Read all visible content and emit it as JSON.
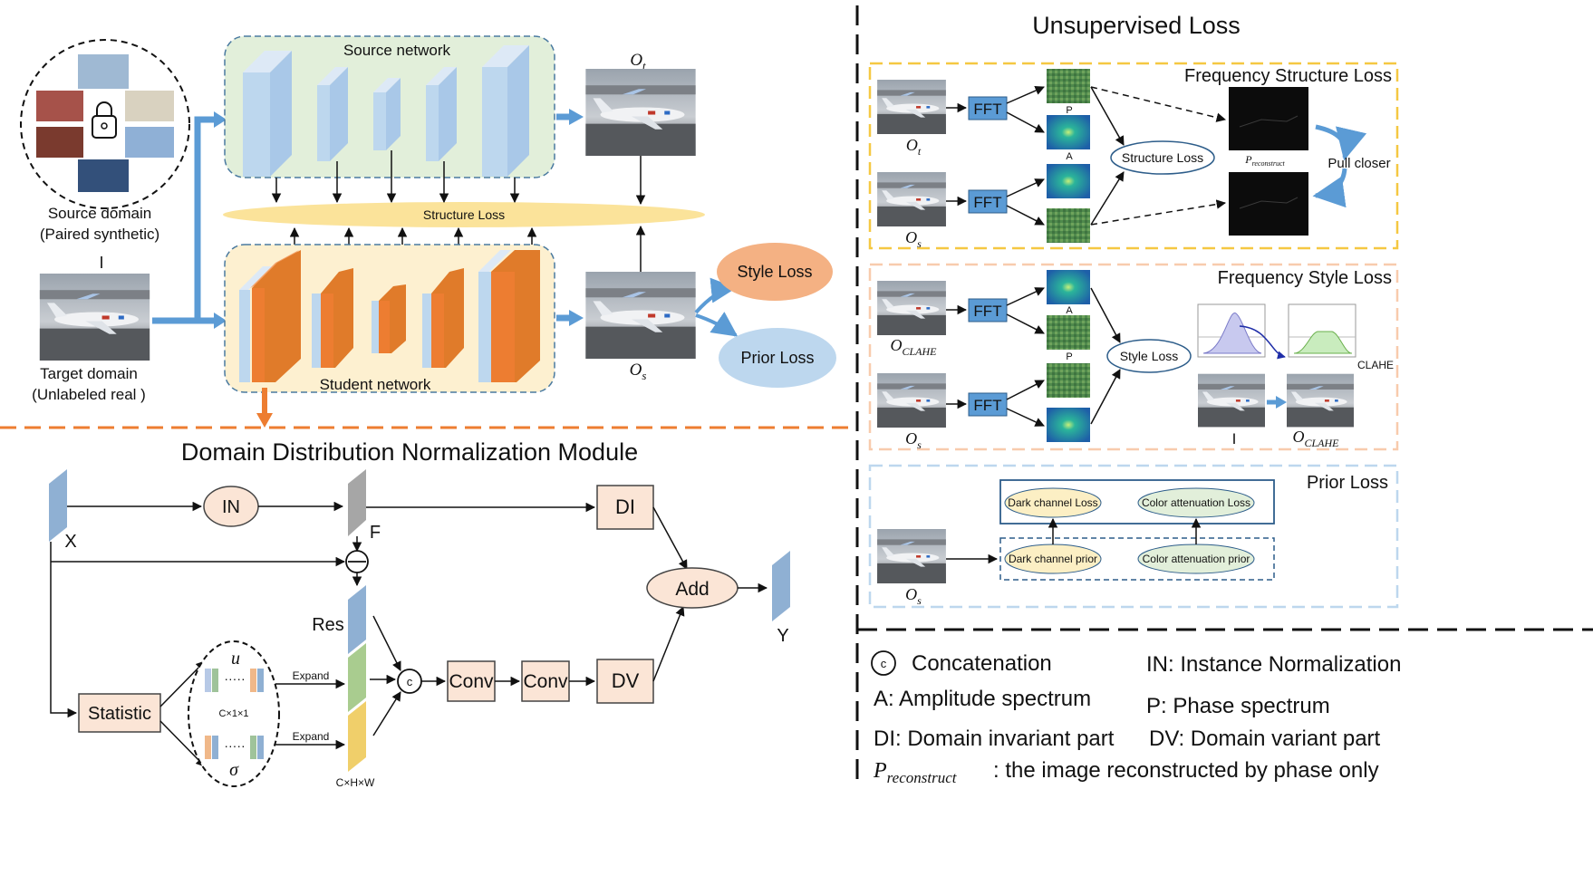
{
  "colors": {
    "blue_arrow": "#5b9bd5",
    "orange_arrow": "#ed7d31",
    "source_fill": "#e2efda",
    "student_fill": "#fdf0d0",
    "structure_ellipse": "#fbe39a",
    "style_loss": "#f4b183",
    "prior_loss": "#bdd7ee",
    "fft_box": "#5b9bd5",
    "pink_box": "#fbe5d6",
    "yellow_dash": "#f5c842",
    "orange_dash": "#f8cbad",
    "lightblue_dash": "#bdd7ee"
  },
  "top_left": {
    "source_domain": "Source domain",
    "source_paired": "(Paired synthetic)",
    "i_label": "I",
    "target_domain": "Target domain",
    "target_unlabeled": "(Unlabeled real )",
    "source_network": "Source network",
    "student_network": "Student network",
    "structure_loss": "Structure Loss",
    "o_t": "O",
    "o_t_sub": "t",
    "o_s": "O",
    "o_s_sub": "s",
    "style_loss": "Style Loss",
    "prior_loss": "Prior Loss",
    "lock_icon": "lock-icon"
  },
  "ddnm": {
    "title": "Domain Distribution Normalization Module",
    "x": "X",
    "in": "IN",
    "f": "F",
    "di": "DI",
    "add": "Add",
    "y": "Y",
    "res": "Res",
    "statistic": "Statistic",
    "u": "u",
    "sigma": "σ",
    "c11": "C×1×1",
    "dots": "·····",
    "expand1": "Expand",
    "expand2": "Expand",
    "concat_c": "c",
    "conv1": "Conv",
    "conv2": "Conv",
    "dv": "DV",
    "chw": "C×H×W"
  },
  "right": {
    "title": "Unsupervised Loss",
    "fsl_title": "Frequency Structure Loss",
    "fft": "FFT",
    "p": "P",
    "a": "A",
    "structure_loss": "Structure Loss",
    "p_recon": "P",
    "p_recon_sub": "reconstruct",
    "pull_closer": "Pull closer",
    "o_t": "O",
    "o_t_sub": "t",
    "o_s": "O",
    "o_s_sub": "s",
    "fstyle_title": "Frequency Style Loss",
    "o_clahe": "O",
    "o_clahe_sub": "CLAHE",
    "style_loss": "Style Loss",
    "clahe": "CLAHE",
    "i_label": "I",
    "prior_title": "Prior Loss",
    "dark_channel_loss": "Dark channel Loss",
    "color_atten_loss": "Color attenuation Loss",
    "dark_channel_prior": "Dark channel prior",
    "color_atten_prior": "Color attenuation prior"
  },
  "legend": {
    "concat_symbol": "c",
    "concat": "Concatenation",
    "in_def": "IN:  Instance Normalization",
    "a_def": "A: Amplitude spectrum",
    "p_def": "P: Phase spectrum",
    "di_def": "DI: Domain invariant part",
    "dv_def": "DV: Domain variant part",
    "precon": "P",
    "precon_sub": "reconstruct",
    "precon_def": ": the image reconstructed by phase only"
  }
}
